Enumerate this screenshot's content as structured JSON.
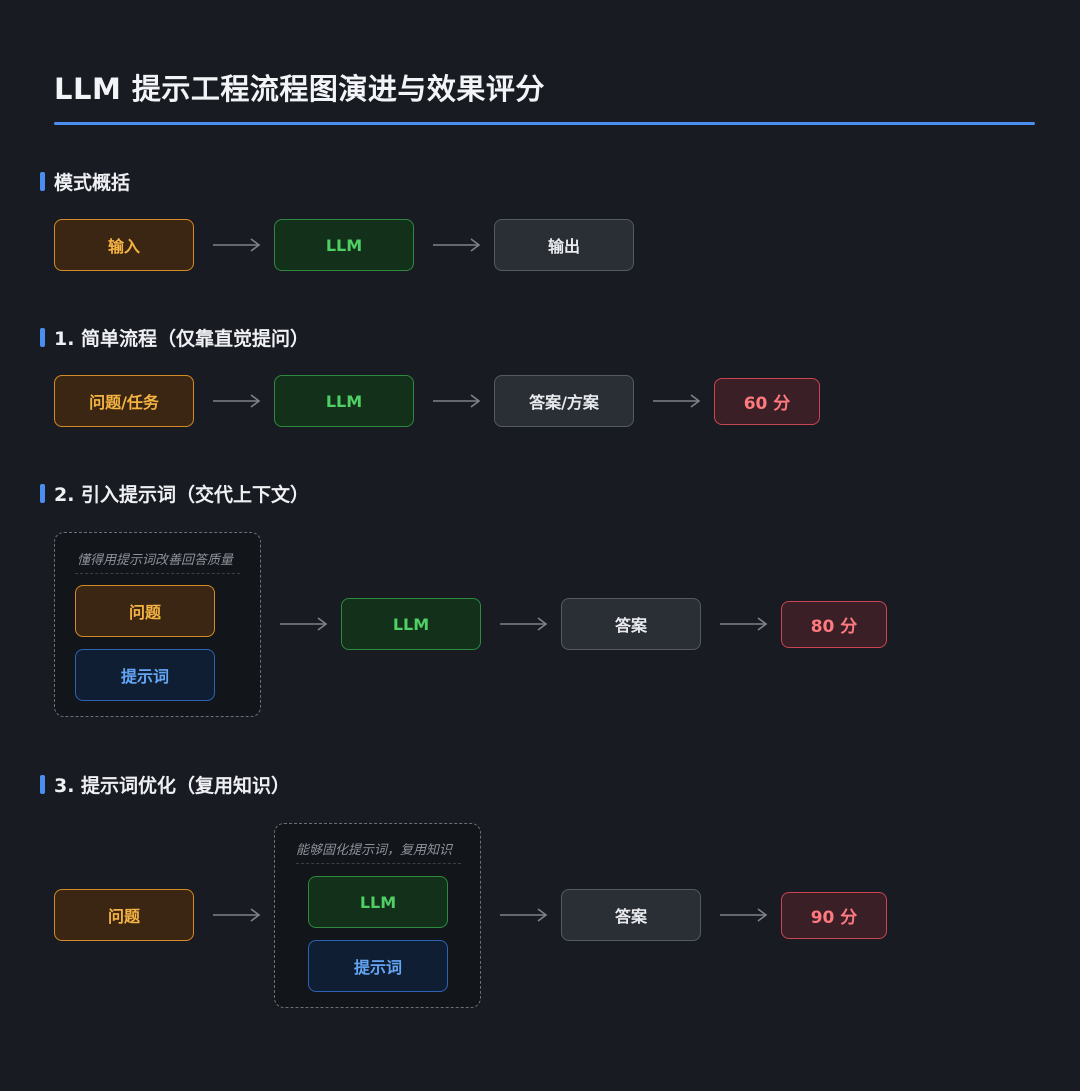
{
  "title": "LLM 提示工程流程图演进与效果评分",
  "sections": [
    {
      "heading": "模式概括",
      "nodes": [
        "输入",
        "LLM",
        "输出"
      ]
    },
    {
      "heading": "1. 简单流程（仅靠直觉提问）",
      "nodes": [
        "问题/任务",
        "LLM",
        "答案/方案"
      ],
      "score": "60 分"
    },
    {
      "heading": "2. 引入提示词（交代上下文）",
      "group_note": "懂得用提示词改善回答质量",
      "group_nodes": [
        "问题",
        "提示词"
      ],
      "nodes": [
        "LLM",
        "答案"
      ],
      "score": "80 分"
    },
    {
      "heading": "3. 提示词优化（复用知识）",
      "input_node": "问题",
      "group_note": "能够固化提示词，复用知识",
      "group_nodes": [
        "LLM",
        "提示词"
      ],
      "nodes": [
        "答案"
      ],
      "score": "90 分"
    }
  ],
  "colors": {
    "accent": "#4a8ff0",
    "input": "#f5b342",
    "llm": "#4fcf64",
    "output": "#e9ebee",
    "prompt": "#64a6f5",
    "score": "#ff7a7e"
  }
}
